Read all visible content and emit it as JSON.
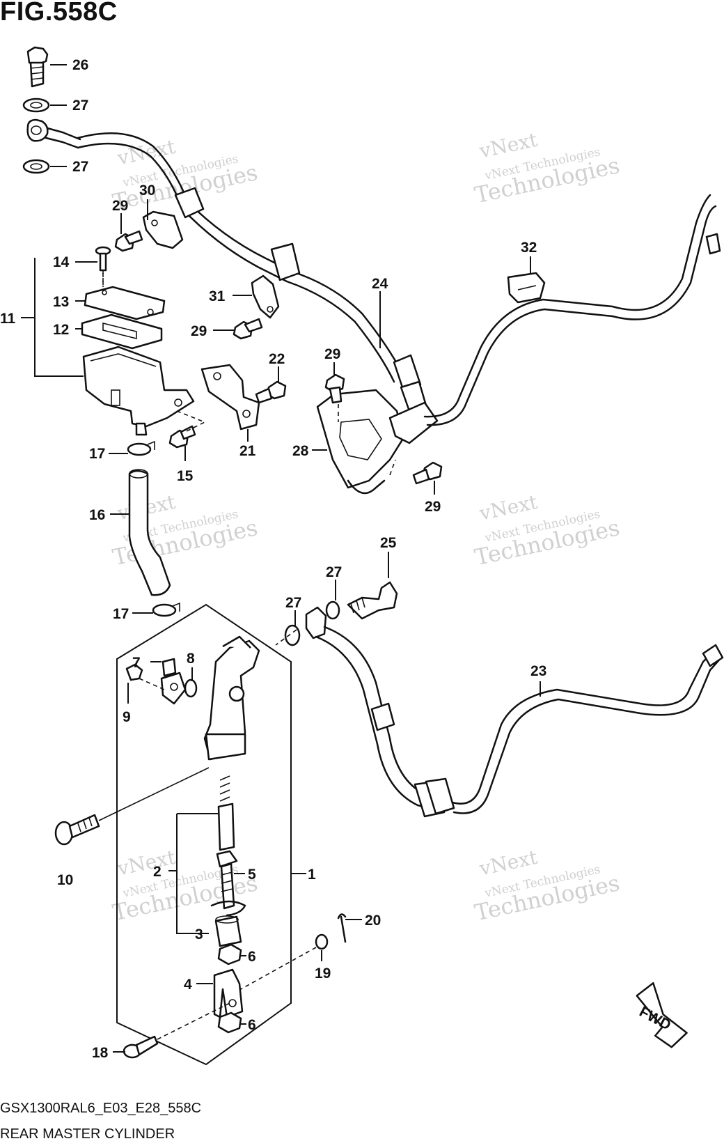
{
  "figure": {
    "title": "FIG.558C",
    "code": "GSX1300RAL6_E03_E28_558C",
    "name": "REAR MASTER CYLINDER",
    "fwd_label": "FWD"
  },
  "watermark": {
    "line1": "vNext Technologies",
    "line2": "vNext",
    "line3": "Technologies"
  },
  "callouts": [
    "1",
    "2",
    "3",
    "4",
    "5",
    "6",
    "7",
    "8",
    "9",
    "10",
    "11",
    "12",
    "13",
    "14",
    "15",
    "16",
    "17",
    "18",
    "19",
    "20",
    "21",
    "22",
    "23",
    "24",
    "25",
    "26",
    "27",
    "28",
    "29",
    "30",
    "31",
    "32"
  ]
}
